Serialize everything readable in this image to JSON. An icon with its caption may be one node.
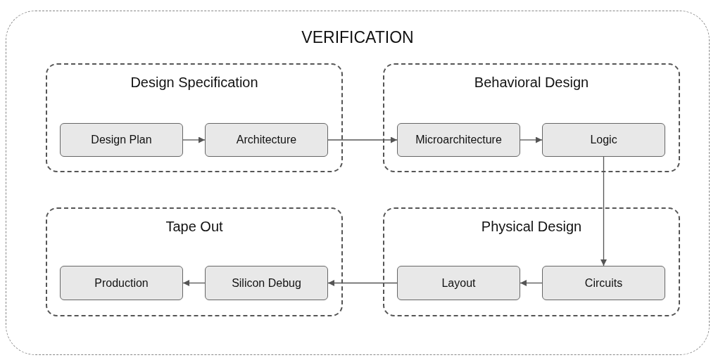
{
  "diagram": {
    "nodes": [
      {
        "text": [
          "VERIFICATION"
        ]
      },
      {
        "text": [
          "Design Specification"
        ],
        "in": 0
      },
      {
        "text": [
          "Design Plan"
        ],
        "in": 1
      },
      {
        "text": [
          "Architecture"
        ],
        "in": 1
      },
      {
        "text": [
          "Behavioral Design"
        ],
        "in": 0
      },
      {
        "text": [
          "Microarchitecture"
        ],
        "in": 4
      },
      {
        "text": [
          "Logic"
        ],
        "in": 4
      },
      {
        "text": [
          "Tape Out"
        ],
        "in": 0
      },
      {
        "text": [
          "Production"
        ],
        "in": 7
      },
      {
        "text": [
          "Silicon Debug"
        ],
        "in": 7
      },
      {
        "text": [
          "Physical Design"
        ],
        "in": 0
      },
      {
        "text": [
          "Layout"
        ],
        "in": 10
      },
      {
        "text": [
          "Circuits"
        ],
        "in": 10
      }
    ],
    "edges": [
      {
        "from": 2,
        "to": 3,
        "arrow": "to"
      },
      {
        "from": 3,
        "to": 5,
        "arrow": "to"
      },
      {
        "from": 5,
        "to": 6,
        "arrow": "to"
      },
      {
        "from": 6,
        "to": 12,
        "arrow": "to"
      },
      {
        "from": 12,
        "to": 11,
        "arrow": "to"
      },
      {
        "from": 11,
        "to": 9,
        "arrow": "to"
      },
      {
        "from": 9,
        "to": 8,
        "arrow": "to"
      }
    ]
  }
}
